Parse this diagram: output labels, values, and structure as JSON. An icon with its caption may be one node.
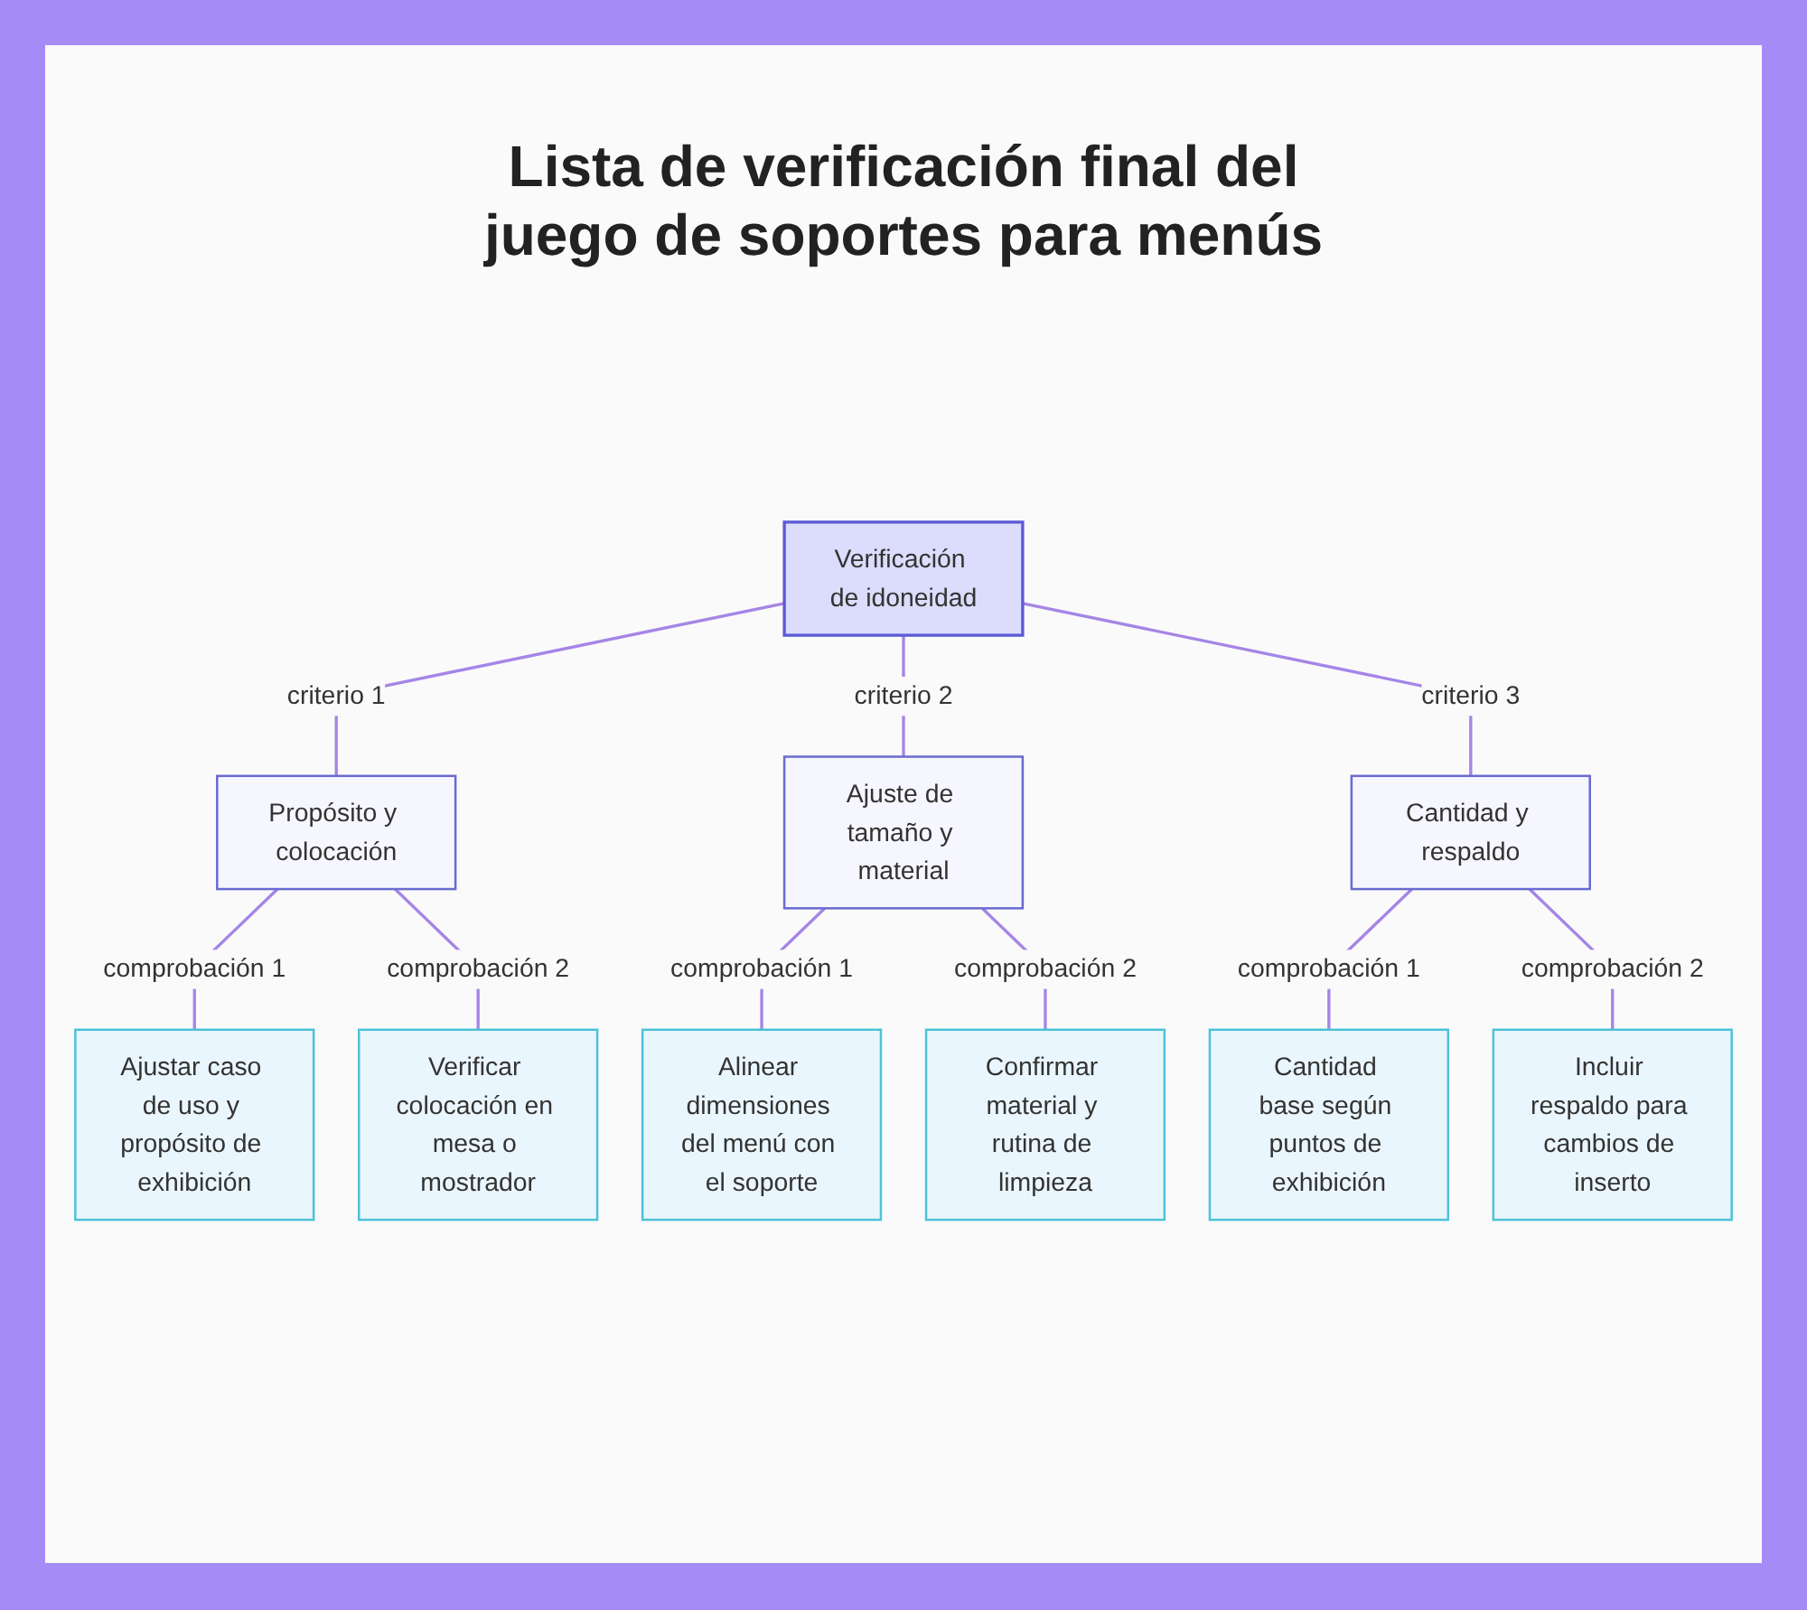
{
  "diagram": {
    "title": "Lista de verificación final del juego de soportes para menús",
    "nodes": [
      {
        "text": [
          "Verificación de idoneidad"
        ]
      },
      {
        "text": [
          "Propósito y colocación"
        ]
      },
      {
        "text": [
          "Ajuste de tamaño y material"
        ]
      },
      {
        "text": [
          "Cantidad y respaldo"
        ]
      },
      {
        "text": [
          "Ajustar caso de uso y propósito de exhibición"
        ]
      },
      {
        "text": [
          "Verificar colocación en mesa o mostrador"
        ]
      },
      {
        "text": [
          "Alinear dimensiones del menú con el soporte"
        ]
      },
      {
        "text": [
          "Confirmar material y rutina de limpieza"
        ]
      },
      {
        "text": [
          "Cantidad base según puntos de exhibición"
        ]
      },
      {
        "text": [
          "Incluir respaldo para cambios de inserto"
        ]
      }
    ],
    "edges": [
      {
        "from": 0,
        "to": 1,
        "arrow": "none",
        "label": "criterio 1"
      },
      {
        "from": 0,
        "to": 2,
        "arrow": "none",
        "label": "criterio 2"
      },
      {
        "from": 0,
        "to": 3,
        "arrow": "none",
        "label": "criterio 3"
      },
      {
        "from": 1,
        "to": 4,
        "arrow": "none",
        "label": "comprobación 1"
      },
      {
        "from": 1,
        "to": 5,
        "arrow": "none",
        "label": "comprobación 2"
      },
      {
        "from": 2,
        "to": 6,
        "arrow": "none",
        "label": "comprobación 1"
      },
      {
        "from": 2,
        "to": 7,
        "arrow": "none",
        "label": "comprobación 2"
      },
      {
        "from": 3,
        "to": 8,
        "arrow": "none",
        "label": "comprobación 1"
      },
      {
        "from": 3,
        "to": 9,
        "arrow": "none",
        "label": "comprobación 2"
      }
    ]
  }
}
